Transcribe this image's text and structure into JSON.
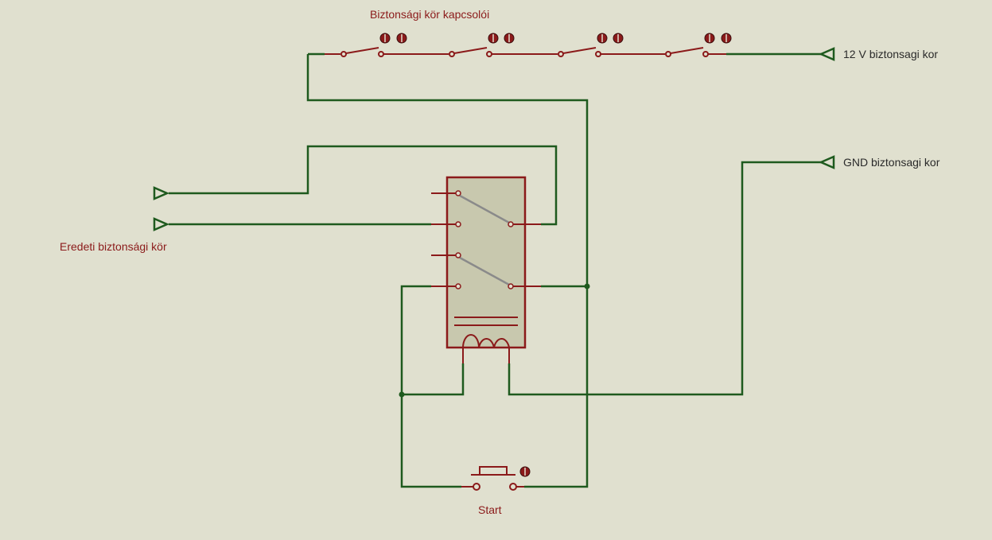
{
  "labels": {
    "switches_title": "Biztonsági kör kapcsolói",
    "port_12v": "12 V biztonsagi kor",
    "port_gnd": "GND biztonsagi kor",
    "original_circuit": "Eredeti biztonsági kör",
    "start_button": "Start"
  },
  "colors": {
    "background": "#e0e0cf",
    "wire": "#1e5a1e",
    "component": "#8b1a1a",
    "relay_fill": "#c8c8ae",
    "contact_arm": "#8a8a8a",
    "label_dark": "#2a2a2a"
  },
  "icons": {
    "safety_switch": "spst-switch-icon",
    "terminal_port": "terminal-triangle-icon",
    "relay": "relay-dpdt-icon",
    "push_button": "push-button-icon"
  }
}
